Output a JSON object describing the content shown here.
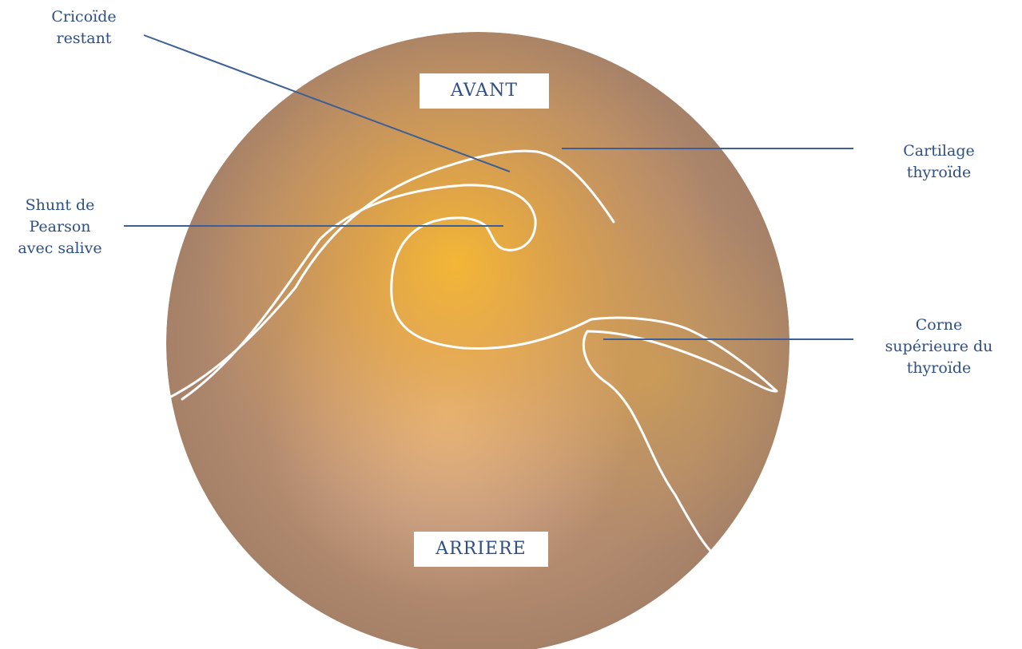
{
  "orientation": {
    "top": "AVANT",
    "bottom": "ARRIERE"
  },
  "labels": {
    "cricoide": [
      "Cricoïde",
      "restant"
    ],
    "shunt": [
      "Shunt de",
      "Pearson",
      "avec salive"
    ],
    "cartilage": [
      "Cartilage",
      "thyroïde"
    ],
    "corne": [
      "Corne",
      "supérieure du",
      "thyroïde"
    ]
  },
  "colors": {
    "label_text": "#2e4f86",
    "leader_line": "#3d5f95",
    "outline": "#ffffff",
    "disc_base": "#b8906f",
    "disc_highlight": "#f2b43a"
  }
}
